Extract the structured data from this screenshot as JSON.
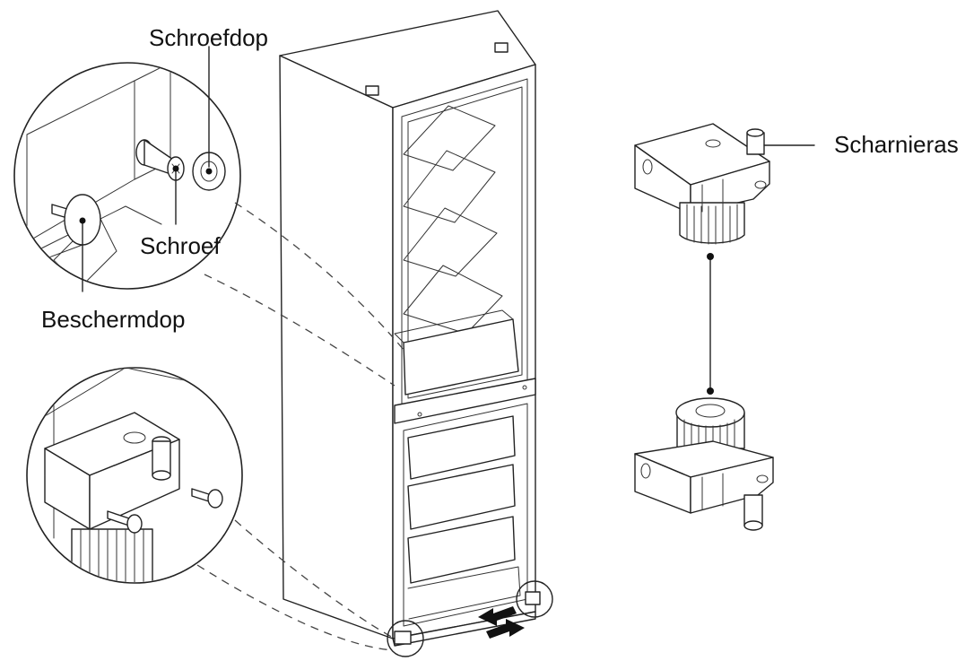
{
  "labels": {
    "screw_cap": "Schroefdop",
    "screw": "Schroef",
    "protective_cap": "Beschermdop",
    "hinge_axis": "Scharnieras"
  },
  "colors": {
    "line": "#222222",
    "background": "#ffffff",
    "text": "#111111"
  }
}
